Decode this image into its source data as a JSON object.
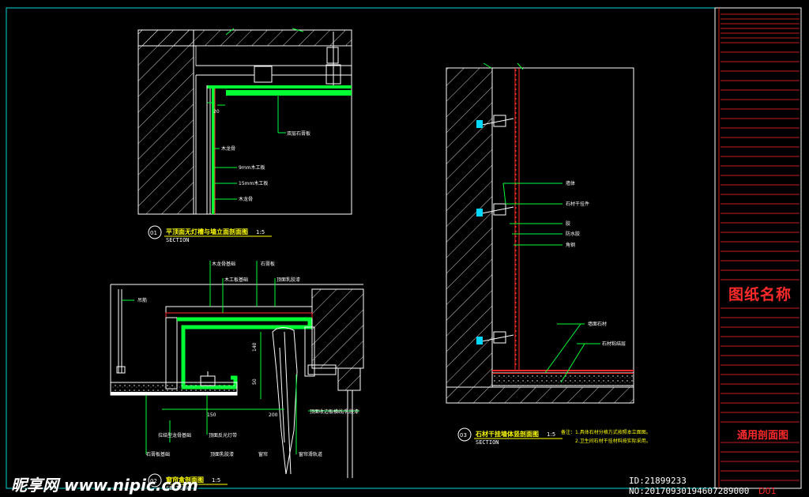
{
  "sections": [
    {
      "num": "01",
      "title": "平顶面无灯槽与墙立面剖面图",
      "scale": "1:5",
      "subtitle": "SECTION"
    },
    {
      "num": "02",
      "title": "窗帘盒剖面图",
      "scale": "1:5",
      "subtitle": "SECTION"
    },
    {
      "num": "03",
      "title": "石材干挂墙体竖剖面图",
      "scale": "1:5",
      "subtitle": "SECTION"
    }
  ],
  "labels_s1": [
    "双层石膏板",
    "木龙骨",
    "9mm木工板",
    "15mm木工板",
    "木龙骨"
  ],
  "dims_s1": [
    "20"
  ],
  "labels_s2_top": [
    "木龙骨基础",
    "石膏板",
    "木工板基础",
    "顶面乳胶漆"
  ],
  "labels_s2_left": [
    "吊筋"
  ],
  "labels_s2_bottom": [
    "拉结型龙骨基础",
    "石膏板基础",
    "顶面反光灯带",
    "顶面乳胶漆",
    "窗帘",
    "窗帘滑轨道"
  ],
  "label_s2_right": "顶面收边板横线/乳胶漆",
  "dims_s2": [
    "150",
    "200",
    "140",
    "50"
  ],
  "labels_s3": [
    "墙体",
    "石材干挂件",
    "胶",
    "防水胶",
    "角钢",
    "墙面石材",
    "石材粘结层"
  ],
  "note_s3": [
    "备注：1.具体石材分格方式按照本立面图。",
    "2.卫生间石材干挂材料按实际采用。"
  ],
  "titleblock": {
    "drawing_name_label": "图纸名称",
    "sheet_title": "通用剖面图",
    "sheet_number": "D01"
  },
  "watermark": {
    "site": "昵享网 www.nipic.com",
    "id": "ID:21899233 NO:20170930194607289000"
  },
  "colors": {
    "background": "#000000",
    "frame": "#00d8d8",
    "green": "#00ff33",
    "yellow": "#ffff00",
    "red": "#ff2a2a",
    "white": "#ffffff"
  }
}
